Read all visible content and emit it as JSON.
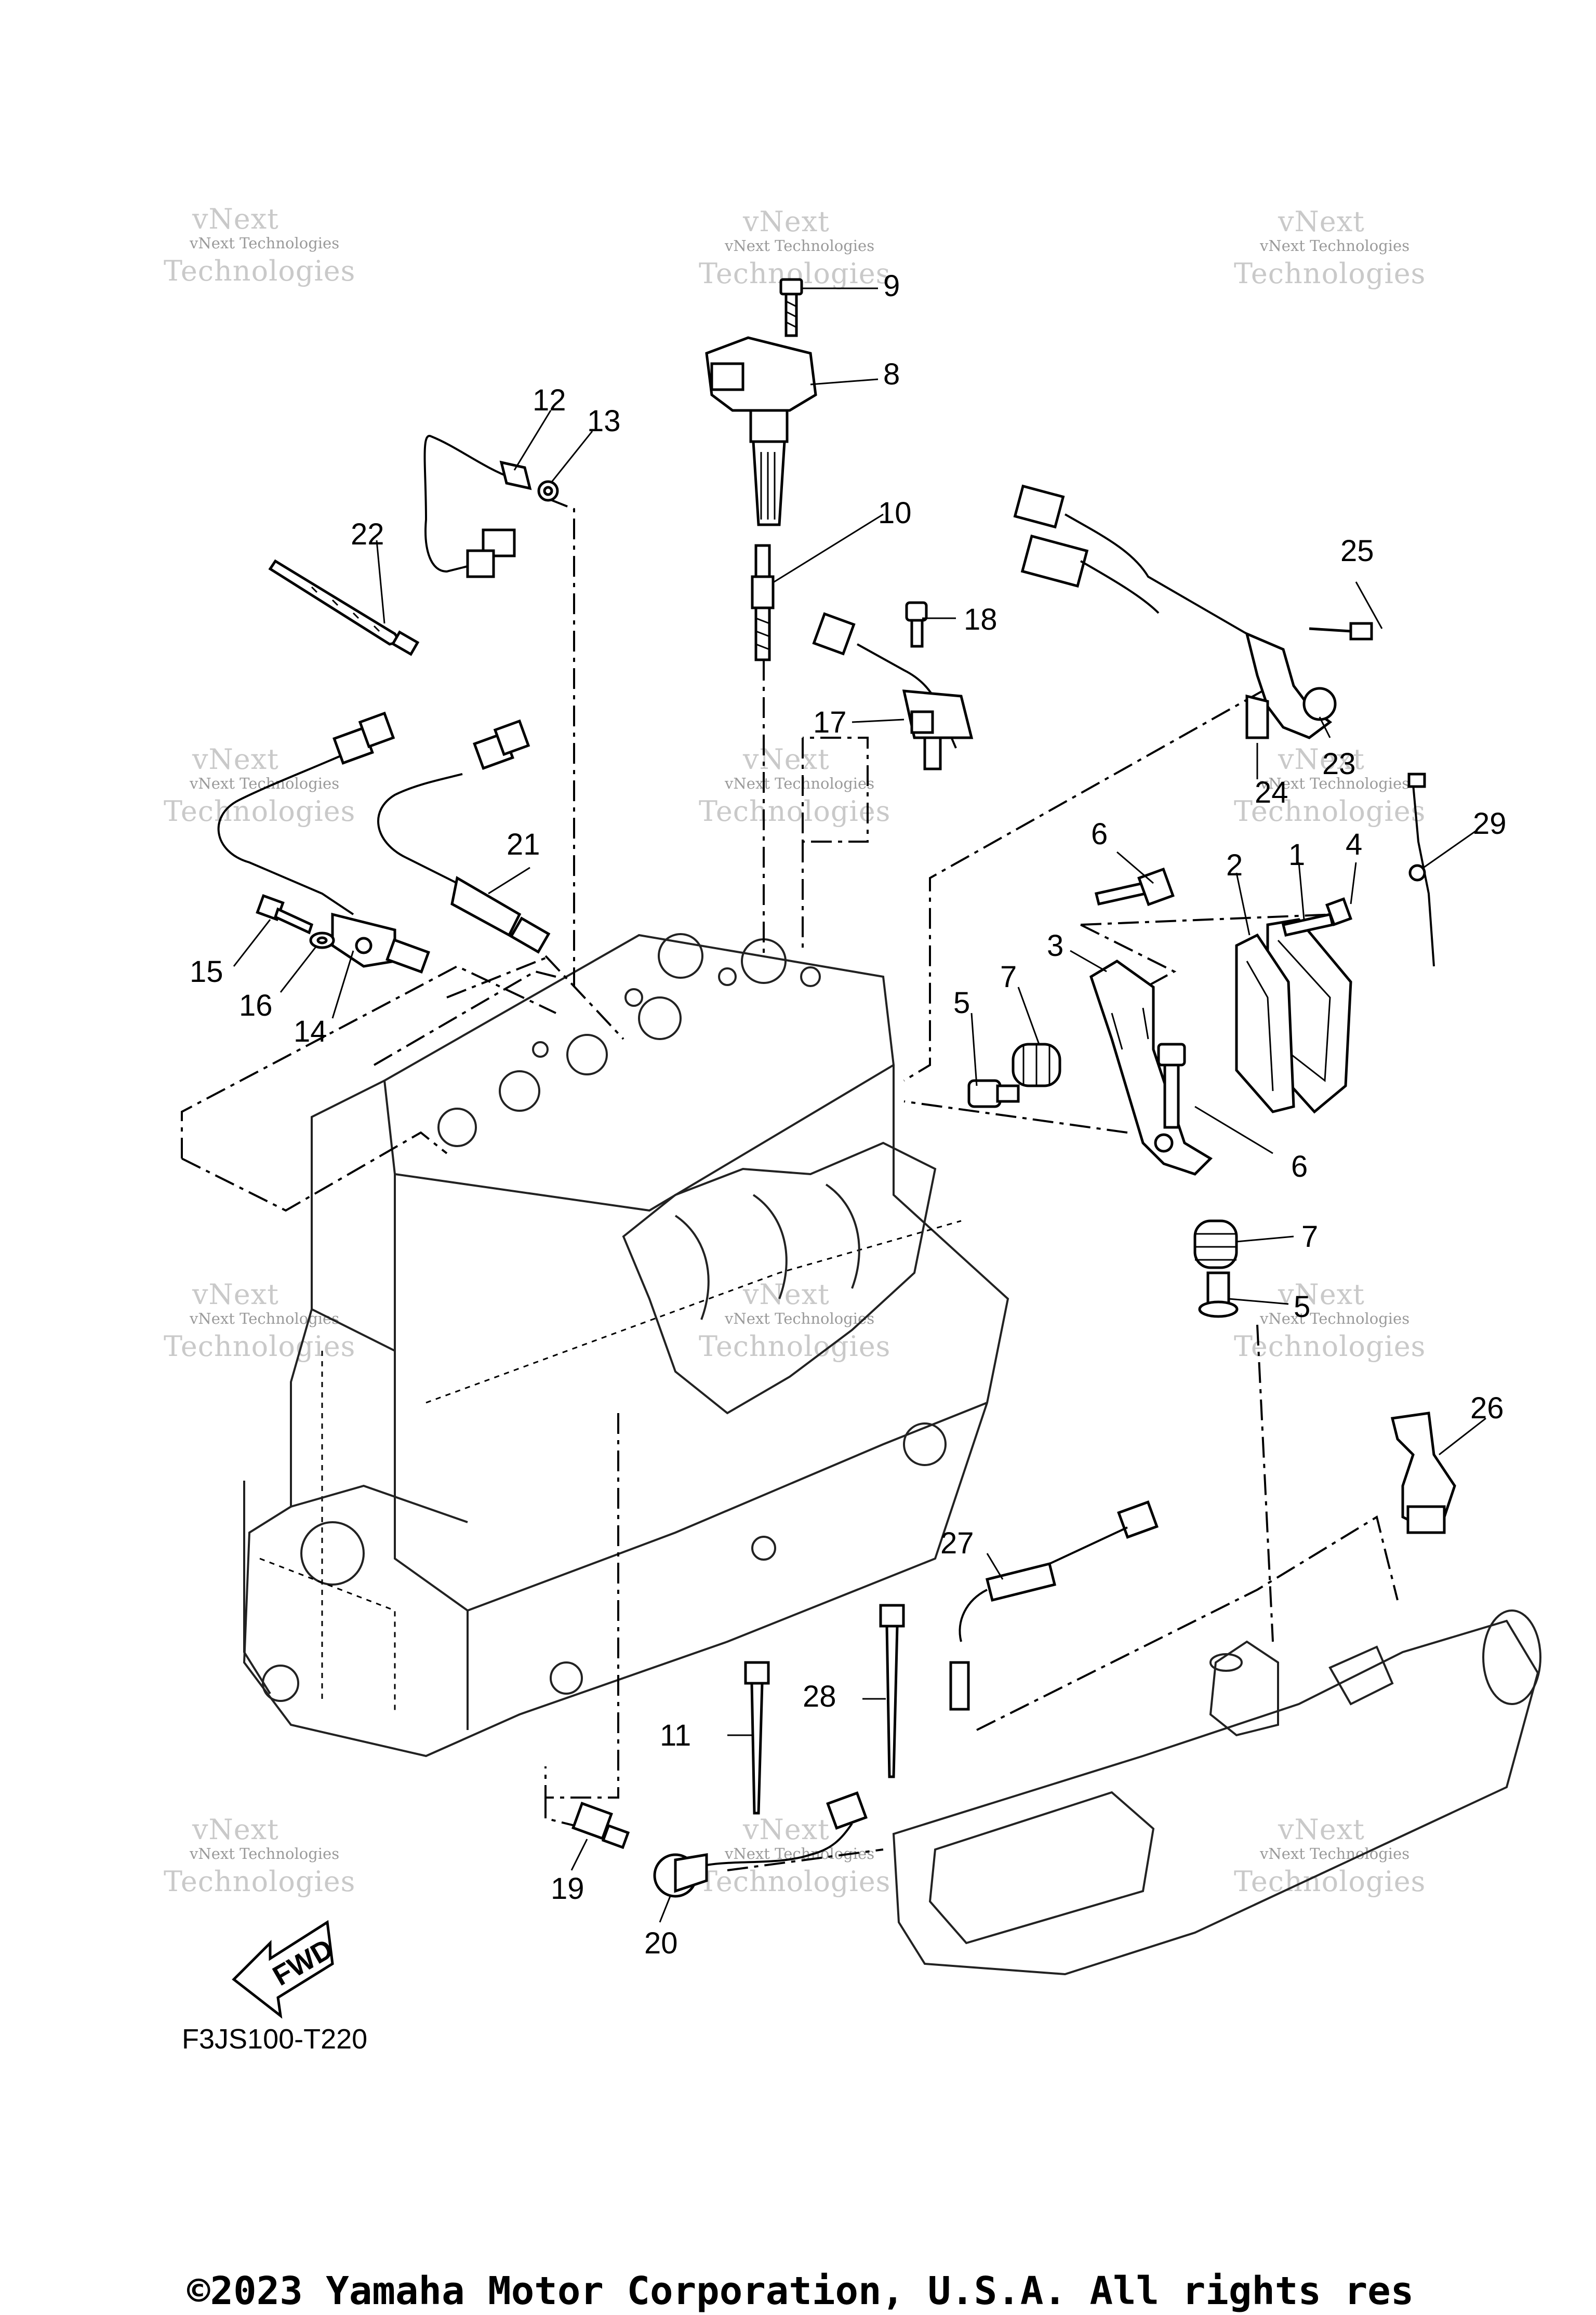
{
  "diagram_code": "F3JS100-T220",
  "copyright": "©2023 Yamaha Motor Corporation, U.S.A. All rights res",
  "fwd_label": "FWD",
  "watermark": {
    "line1": "vNext",
    "line2": "vNext Technologies",
    "line3": "Technologies"
  },
  "callouts": {
    "c1": "1",
    "c2": "2",
    "c3": "3",
    "c4": "4",
    "c5a": "5",
    "c5b": "5",
    "c6a": "6",
    "c6b": "6",
    "c7a": "7",
    "c7b": "7",
    "c8": "8",
    "c9": "9",
    "c10": "10",
    "c11": "11",
    "c12": "12",
    "c13": "13",
    "c14": "14",
    "c15": "15",
    "c16": "16",
    "c17": "17",
    "c18": "18",
    "c19": "19",
    "c20": "20",
    "c21": "21",
    "c22": "22",
    "c23": "23",
    "c24": "24",
    "c25": "25",
    "c26": "26",
    "c27": "27",
    "c28": "28",
    "c29": "29"
  }
}
